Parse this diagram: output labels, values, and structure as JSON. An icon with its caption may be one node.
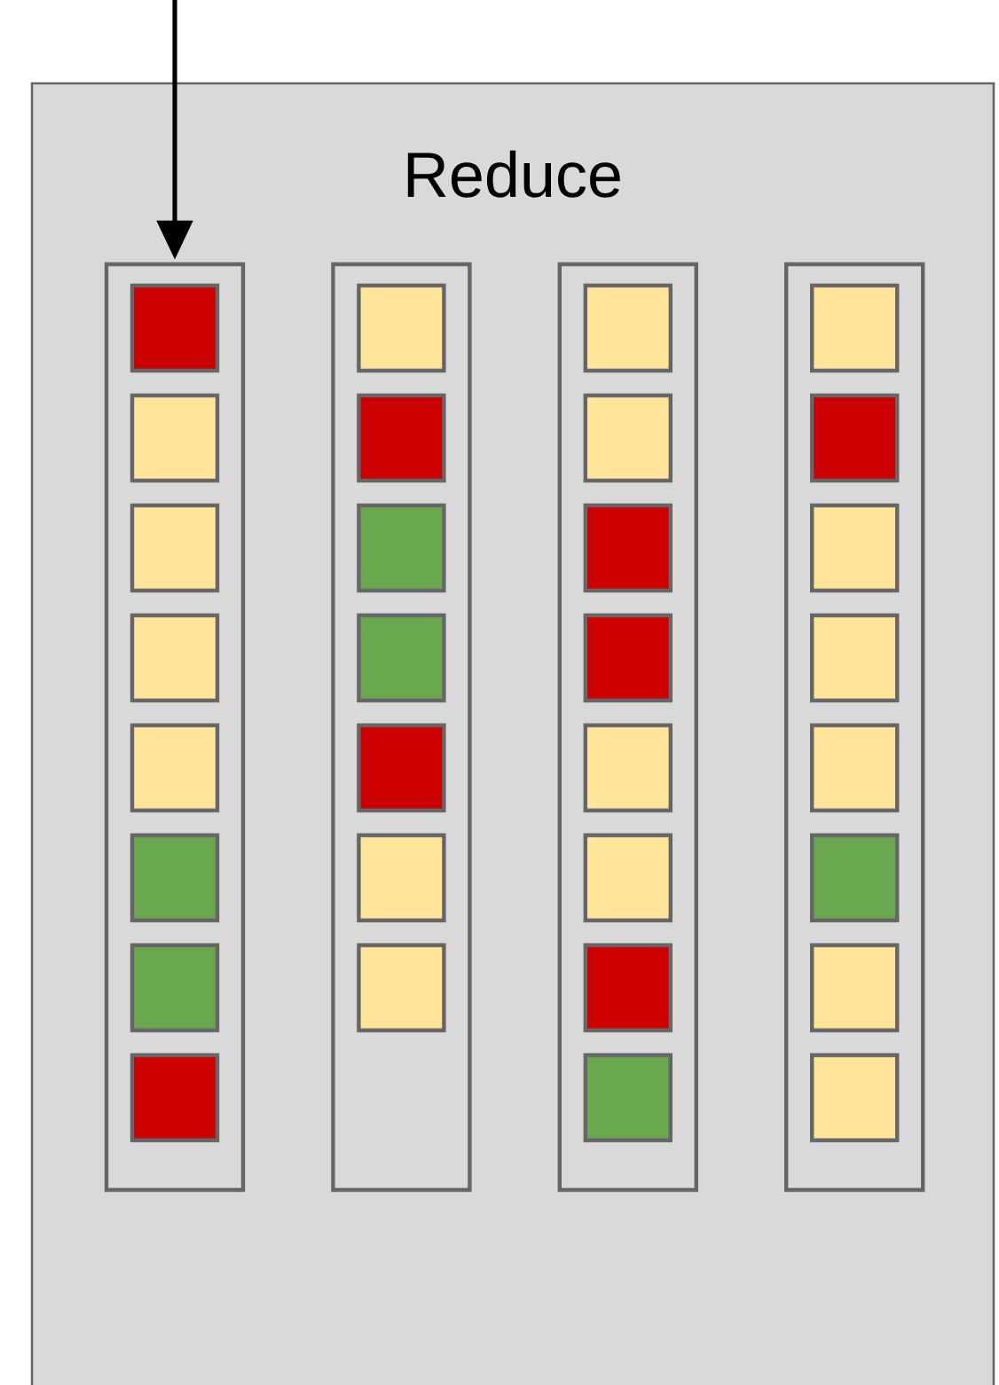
{
  "diagram": {
    "nodes": [
      {
        "text": [
          "Reduce"
        ]
      },
      {
        "text": [],
        "shape": "box",
        "in": 0
      },
      {
        "text": [],
        "shape": "box",
        "in": 0
      },
      {
        "text": [],
        "shape": "box",
        "in": 0
      },
      {
        "text": [],
        "shape": "box",
        "in": 0
      },
      {
        "text": [],
        "shape": "box",
        "in": 1
      },
      {
        "text": [],
        "shape": "box",
        "in": 1
      },
      {
        "text": [],
        "shape": "box",
        "in": 1
      },
      {
        "text": [],
        "shape": "box",
        "in": 1
      },
      {
        "text": [],
        "shape": "box",
        "in": 1
      },
      {
        "text": [],
        "shape": "box",
        "in": 1
      },
      {
        "text": [],
        "shape": "box",
        "in": 1
      },
      {
        "text": [],
        "shape": "box",
        "in": 1
      },
      {
        "text": [],
        "shape": "box",
        "in": 2
      },
      {
        "text": [],
        "shape": "box",
        "in": 2
      },
      {
        "text": [],
        "shape": "box",
        "in": 2
      },
      {
        "text": [],
        "shape": "box",
        "in": 2
      },
      {
        "text": [],
        "shape": "box",
        "in": 2
      },
      {
        "text": [],
        "shape": "box",
        "in": 2
      },
      {
        "text": [],
        "shape": "box",
        "in": 2
      },
      {
        "text": [],
        "shape": "box",
        "in": 3
      },
      {
        "text": [],
        "shape": "box",
        "in": 3
      },
      {
        "text": [],
        "shape": "box",
        "in": 3
      },
      {
        "text": [],
        "shape": "box",
        "in": 3
      },
      {
        "text": [],
        "shape": "box",
        "in": 3
      },
      {
        "text": [],
        "shape": "box",
        "in": 3
      },
      {
        "text": [],
        "shape": "box",
        "in": 3
      },
      {
        "text": [],
        "shape": "box",
        "in": 3
      },
      {
        "text": [],
        "shape": "box",
        "in": 4
      },
      {
        "text": [],
        "shape": "box",
        "in": 4
      },
      {
        "text": [],
        "shape": "box",
        "in": 4
      },
      {
        "text": [],
        "shape": "box",
        "in": 4
      },
      {
        "text": [],
        "shape": "box",
        "in": 4
      },
      {
        "text": [],
        "shape": "box",
        "in": 4
      },
      {
        "text": [],
        "shape": "box",
        "in": 4
      },
      {
        "text": [],
        "shape": "box",
        "in": 4
      }
    ],
    "edges": [
      {
        "from": null,
        "to": 1,
        "arrow": "to"
      }
    ]
  }
}
